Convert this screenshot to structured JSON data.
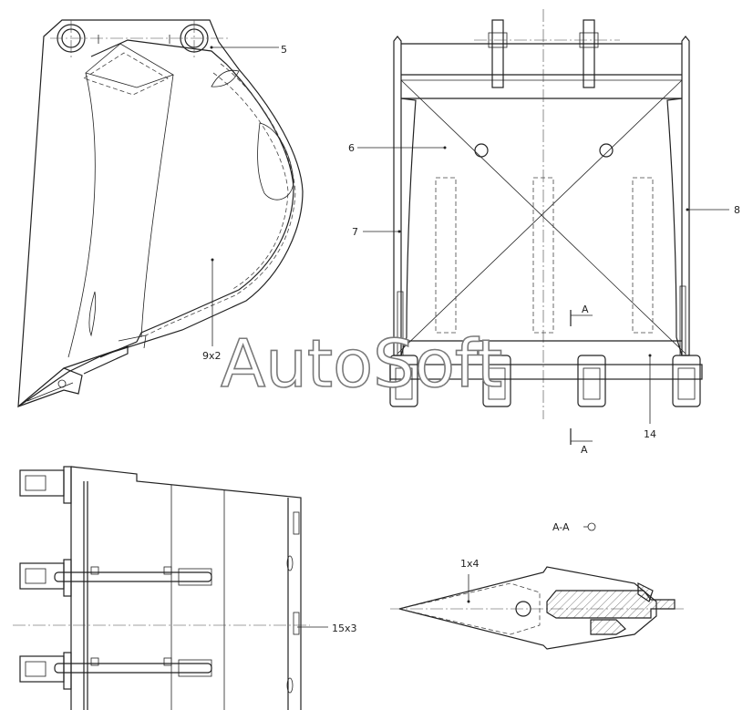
{
  "callouts": {
    "c5": "5",
    "c6": "6",
    "c7": "7",
    "c8": "8",
    "c9x2": "9x2",
    "c14": "14",
    "c15x3": "15x3",
    "c1x4": "1x4"
  },
  "section": {
    "mark_top": "A",
    "mark_bottom": "A",
    "title": "A-A"
  },
  "watermark": "AutoSoft"
}
